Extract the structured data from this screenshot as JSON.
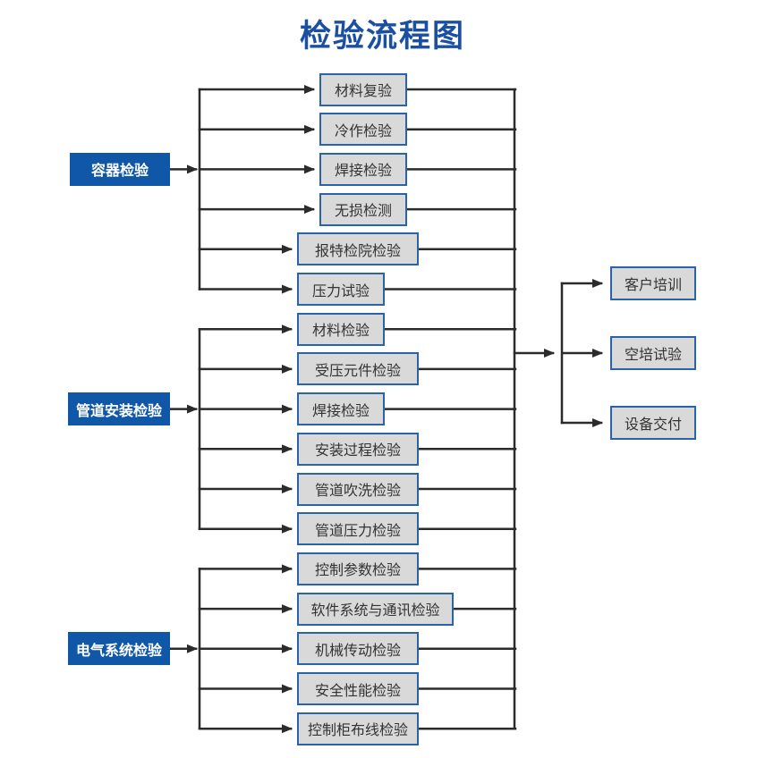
{
  "title": "检验流程图",
  "colors": {
    "title": "#1b4fa2",
    "root_fill": "#1157a8",
    "root_text": "#ffffff",
    "node_fill": "#d9d9d9",
    "node_border": "#2a64a8",
    "node_text": "#333333",
    "connector": "#2b2b2b"
  },
  "groups": [
    {
      "label": "容器检验",
      "children": [
        "材料复验",
        "冷作检验",
        "焊接检验",
        "无损检测",
        "报特检院检验",
        "压力试验"
      ]
    },
    {
      "label": "管道安装检验",
      "children": [
        "材料检验",
        "受压元件检验",
        "焊接检验",
        "安装过程检验",
        "管道吹洗检验",
        "管道压力检验"
      ]
    },
    {
      "label": "电气系统检验",
      "children": [
        "控制参数检验",
        "软件系统与通讯检验",
        "机械传动检验",
        "安全性能检验",
        "控制柜布线检验"
      ]
    }
  ],
  "outputs": [
    "客户培训",
    "空培试验",
    "设备交付"
  ]
}
